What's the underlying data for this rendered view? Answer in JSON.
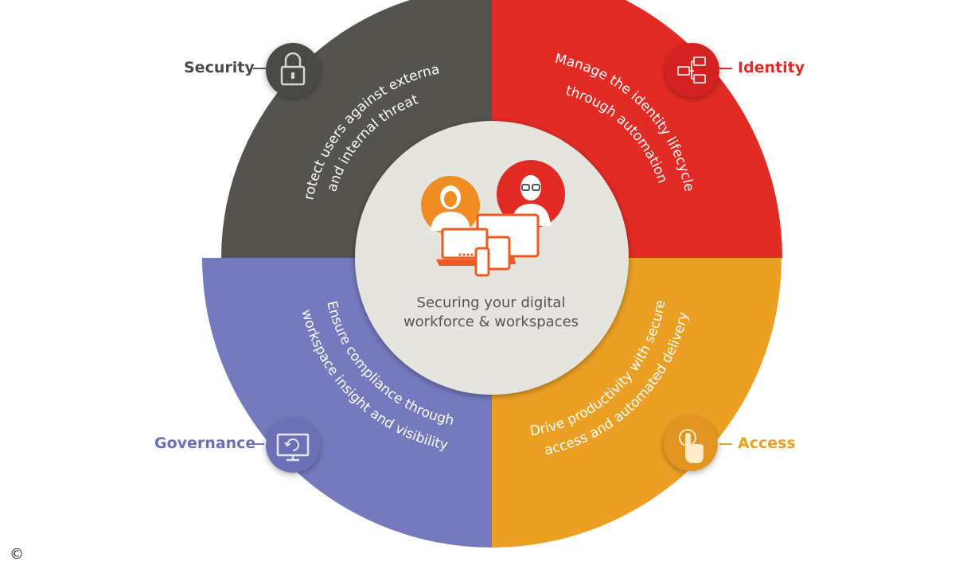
{
  "center": {
    "line1": "Securing your digital",
    "line2": "workforce & workspaces"
  },
  "segments": [
    {
      "id": "security",
      "title": "Security",
      "line1": "Protect users against external",
      "line2": "and internal threats",
      "color": "#55534d",
      "title_color": "#4a4a48",
      "icon": "lock-icon"
    },
    {
      "id": "identity",
      "title": "Identity",
      "line1": "Manage the identity lifecycle",
      "line2": "through automation",
      "color": "#e12b24",
      "title_color": "#e12b24",
      "icon": "org-chart-icon"
    },
    {
      "id": "access",
      "title": "Access",
      "line1": "Drive productivity with secure",
      "line2": "access and automated delivery",
      "color": "#eba024",
      "title_color": "#eba024",
      "icon": "touch-hand-icon"
    },
    {
      "id": "governance",
      "title": "Governance",
      "line1": "Ensure compliance through",
      "line2": "workspace insight and visibility",
      "color": "#7579bd",
      "title_color": "#6a6fb8",
      "icon": "monitor-refresh-icon"
    }
  ],
  "copyright_mark": "©"
}
